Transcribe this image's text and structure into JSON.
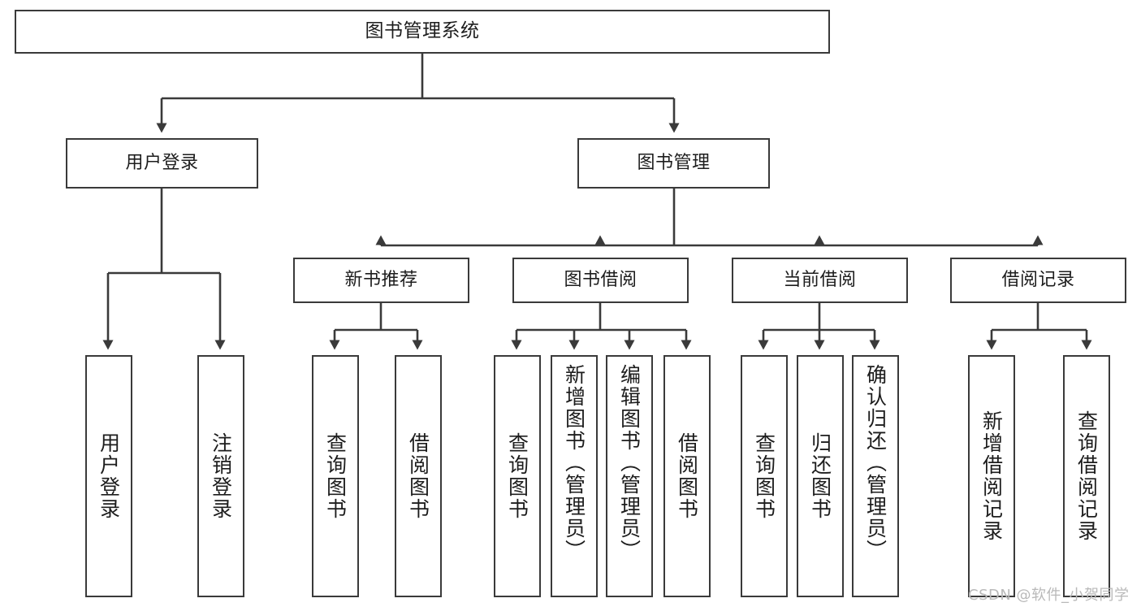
{
  "diagram": {
    "type": "tree",
    "title": "图书管理系统",
    "root": {
      "id": "root",
      "label": "图书管理系统"
    },
    "level2": [
      {
        "id": "user-login",
        "label": "用户登录"
      },
      {
        "id": "book-manage",
        "label": "图书管理"
      }
    ],
    "level3": [
      {
        "id": "new-book-rec",
        "label": "新书推荐",
        "parent": "book-manage"
      },
      {
        "id": "book-borrow",
        "label": "图书借阅",
        "parent": "book-manage"
      },
      {
        "id": "current-borrow",
        "label": "当前借阅",
        "parent": "book-manage"
      },
      {
        "id": "borrow-record",
        "label": "借阅记录",
        "parent": "book-manage"
      }
    ],
    "leaves": [
      {
        "id": "leaf-user-login",
        "label": "用户登录",
        "parent": "user-login"
      },
      {
        "id": "leaf-user-logout",
        "label": "注销登录",
        "parent": "user-login"
      },
      {
        "id": "leaf-query-book-1",
        "label": "查询图书",
        "parent": "new-book-rec"
      },
      {
        "id": "leaf-borrow-book-1",
        "label": "借阅图书",
        "parent": "new-book-rec"
      },
      {
        "id": "leaf-query-book-2",
        "label": "查询图书",
        "parent": "book-borrow"
      },
      {
        "id": "leaf-add-book",
        "label": "新增图书（管理员）",
        "parent": "book-borrow"
      },
      {
        "id": "leaf-edit-book",
        "label": "编辑图书（管理员）",
        "parent": "book-borrow"
      },
      {
        "id": "leaf-borrow-book-2",
        "label": "借阅图书",
        "parent": "book-borrow"
      },
      {
        "id": "leaf-query-book-3",
        "label": "查询图书",
        "parent": "current-borrow"
      },
      {
        "id": "leaf-return-book",
        "label": "归还图书",
        "parent": "current-borrow"
      },
      {
        "id": "leaf-confirm-return",
        "label": "确认归还（管理员）",
        "parent": "current-borrow"
      },
      {
        "id": "leaf-add-record",
        "label": "新增借阅记录",
        "parent": "borrow-record"
      },
      {
        "id": "leaf-query-record",
        "label": "查询借阅记录",
        "parent": "borrow-record"
      }
    ],
    "colors": {
      "border": "#3a3a3a",
      "text": "#1d1d1d",
      "background": "#ffffff",
      "watermark": "#b9b9b9"
    }
  },
  "watermark": {
    "text": "CSDN @软件_小贺同学"
  }
}
